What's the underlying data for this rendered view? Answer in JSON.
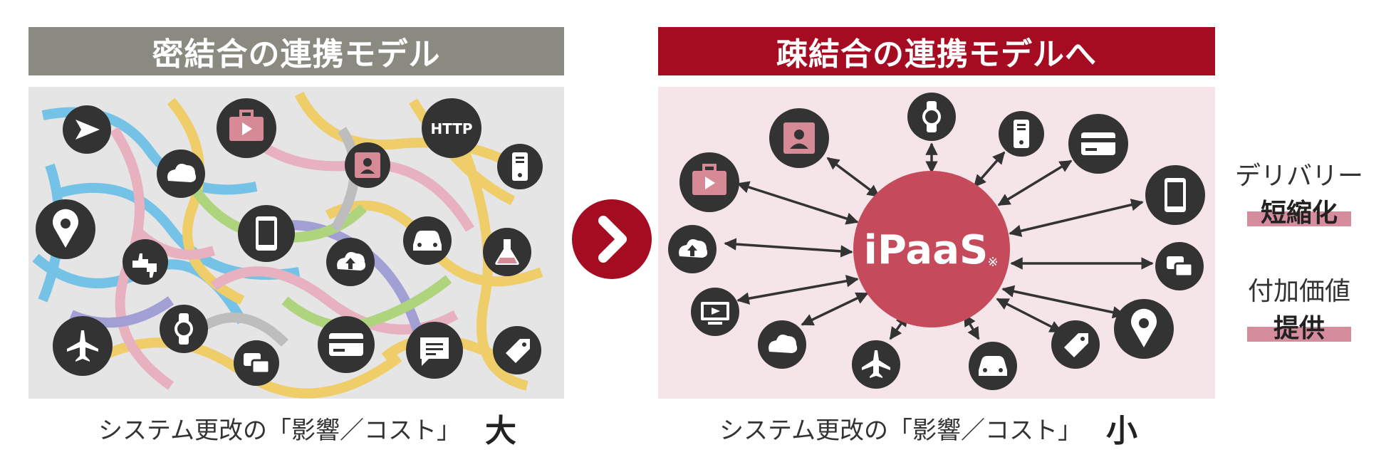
{
  "left": {
    "title": "密結合の連携モデル",
    "caption": "システム更改の「影響／コスト」",
    "caption_level": "大",
    "http_label": "HTTP"
  },
  "right": {
    "title": "疎結合の連携モデルへ",
    "caption": "システム更改の「影響／コスト」",
    "caption_level": "小",
    "hub_label": "iPaaS",
    "hub_mark": "※"
  },
  "benefits": [
    {
      "title": "デリバリー",
      "highlight": "短縮化"
    },
    {
      "title": "付加価値",
      "highlight": "提供"
    }
  ],
  "colors": {
    "left_banner": "#8a8a80",
    "right_banner": "#a50c22",
    "left_panel": "#e5e5e5",
    "right_panel": "#f5e4e8",
    "hub": "#c44a5c",
    "icon_dark": "#333333",
    "icon_accent": "#d68a96"
  },
  "left_icons": [
    "send-icon",
    "briefcase-video-icon",
    "contact-card-icon",
    "http-icon",
    "cloud-icon",
    "mobile-device-icon",
    "location-pin-icon",
    "smartphone-icon",
    "car-icon",
    "thumbs-icon",
    "cloud-upload-icon",
    "flask-icon",
    "smartwatch-icon",
    "airplane-icon",
    "chat-icon",
    "credit-card-icon",
    "message-icon",
    "tag-icon"
  ],
  "right_icons": [
    "contact-card-icon",
    "smartwatch-icon",
    "mobile-device-icon",
    "credit-card-icon",
    "briefcase-video-icon",
    "smartphone-icon",
    "cloud-upload-icon",
    "chat-icon",
    "tv-icon",
    "location-pin-icon",
    "cloud-icon",
    "airplane-icon",
    "car-icon",
    "tag-icon"
  ]
}
